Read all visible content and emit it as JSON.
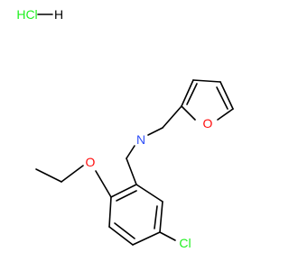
{
  "structure": {
    "salt": {
      "left": "HCl",
      "right": "H"
    },
    "atoms": {
      "nitrogen": "N",
      "furan_oxygen": "O",
      "ether_oxygen": "O",
      "chlorine": "Cl"
    }
  },
  "colors": {
    "bond": "#000000",
    "nitrogen": "#3050F8",
    "oxygen": "#FF0D0D",
    "chlorine": "#1FF01F"
  }
}
